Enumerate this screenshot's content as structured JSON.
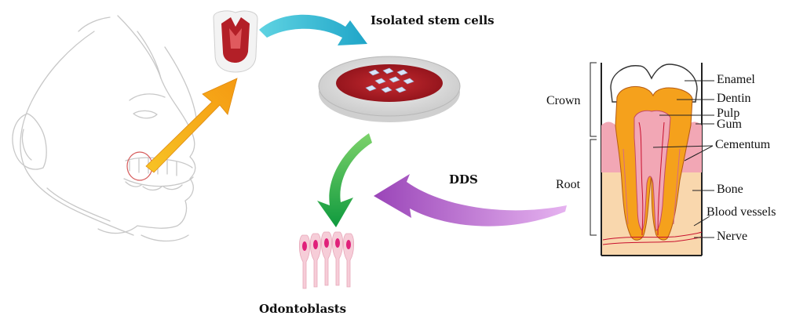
{
  "labels": {
    "isolated_stem_cells": "Isolated stem cells",
    "dds": "DDS",
    "odontoblasts": "Odontoblasts"
  },
  "tooth_labels": {
    "crown": "Crown",
    "root": "Root",
    "enamel": "Enamel",
    "dentin": "Dentin",
    "pulp": "Pulp",
    "gum": "Gum",
    "cementum": "Cementum",
    "bone": "Bone",
    "blood_vessels": "Blood vessels",
    "nerve": "Nerve"
  },
  "colors": {
    "tooth_red": "#a51c24",
    "cyan_arrow": "#29b8d0",
    "yellow_arrow": "#f7a91c",
    "green_arrow": "#1faa4a",
    "purple_arrow": "#b060c8",
    "dentin_orange": "#f5a11c",
    "bone_tan": "#f9d7ad",
    "pulp_pink": "#f2a7b5",
    "odontoblast_pink": "#e0207a"
  }
}
